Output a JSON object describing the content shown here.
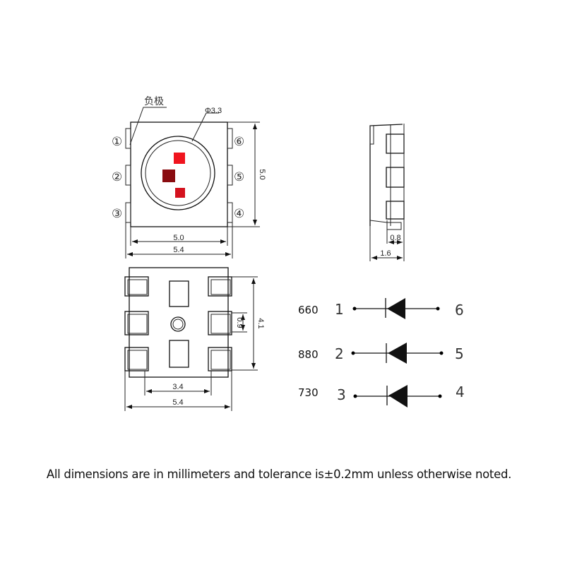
{
  "top_view": {
    "cathode_label": "负极",
    "lens_diameter": "Φ3.3",
    "pins_left": [
      "①",
      "②",
      "③"
    ],
    "pins_right": [
      "⑥",
      "⑤",
      "④"
    ],
    "height_dim": "5.0",
    "body_width_dim": "5.0",
    "overall_width_dim": "5.4",
    "chip_colors": [
      "#f0141e",
      "#8a0c10",
      "#d4121e"
    ]
  },
  "side_view": {
    "pad_dim": "0.8",
    "thickness_dim": "1.6"
  },
  "bottom_view": {
    "pad_height_dim": "0.9",
    "pad_span_dim": "4.1",
    "pad_pitch_dim": "3.4",
    "overall_width_dim": "5.4"
  },
  "schematic": [
    {
      "wavelength": "660",
      "anode": "1",
      "cathode": "6"
    },
    {
      "wavelength": "880",
      "anode": "2",
      "cathode": "5"
    },
    {
      "wavelength": "730",
      "anode": "3",
      "cathode": "4"
    }
  ],
  "note": "All dimensions are in millimeters and tolerance is±0.2mm unless otherwise noted."
}
